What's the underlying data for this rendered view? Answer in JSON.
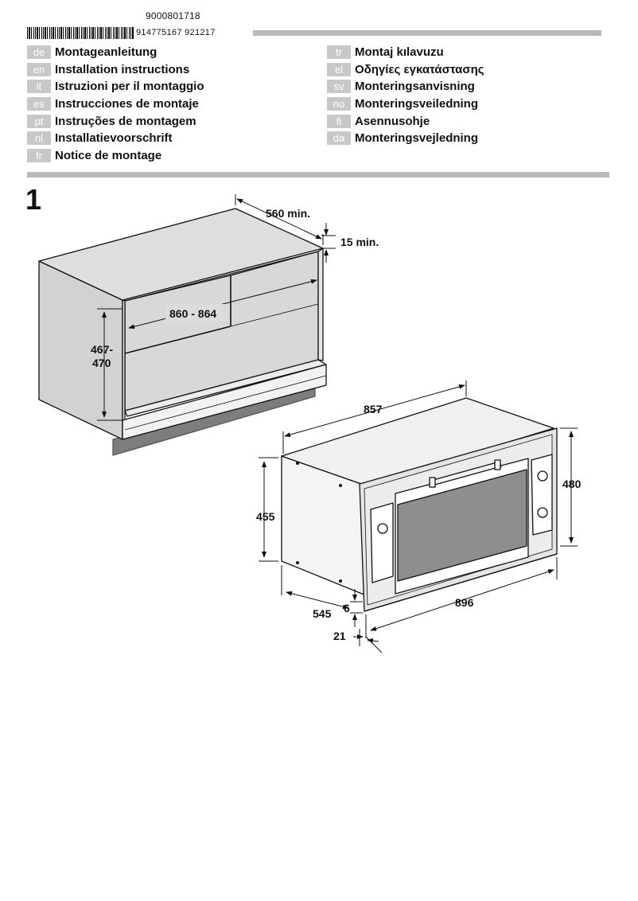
{
  "header": {
    "doc_number": "9000801718",
    "barcode_code": "914775167 921217"
  },
  "languages_left": [
    {
      "code": "de",
      "title": "Montageanleitung"
    },
    {
      "code": "en",
      "title": "Installation instructions"
    },
    {
      "code": "it",
      "title": "Istruzioni per il montaggio"
    },
    {
      "code": "es",
      "title": "Instrucciones de montaje"
    },
    {
      "code": "pt",
      "title": "Instruções de montagem"
    },
    {
      "code": "nl",
      "title": "Installatievoorschrift"
    },
    {
      "code": "fr",
      "title": "Notice de montage"
    }
  ],
  "languages_right": [
    {
      "code": "tr",
      "title": "Montaj kılavuzu"
    },
    {
      "code": "el",
      "title": "Οδηγίες εγκατάστασης"
    },
    {
      "code": "sv",
      "title": "Monteringsanvisning"
    },
    {
      "code": "no",
      "title": "Monteringsveiledning"
    },
    {
      "code": "fi",
      "title": "Asennusohje"
    },
    {
      "code": "da",
      "title": "Monteringsvejledning"
    }
  ],
  "figure": {
    "number": "1",
    "dimensions": {
      "depth_min": "560 min.",
      "gap_min": "15 min.",
      "width_range": "860 - 864",
      "height_range_line1": "467-",
      "height_range_line2": "470",
      "oven_width": "857",
      "oven_height": "455",
      "front_height": "480",
      "oven_depth": "545",
      "offset_6": "6",
      "front_width": "896",
      "offset_21": "21"
    }
  },
  "colors": {
    "rule": "#b9b9b9",
    "lang_badge": "#c8c8c8",
    "cabinet_top": "#dcdcdc",
    "cabinet_side": "#cfcfcf",
    "oven_window": "#8e8e8e"
  }
}
